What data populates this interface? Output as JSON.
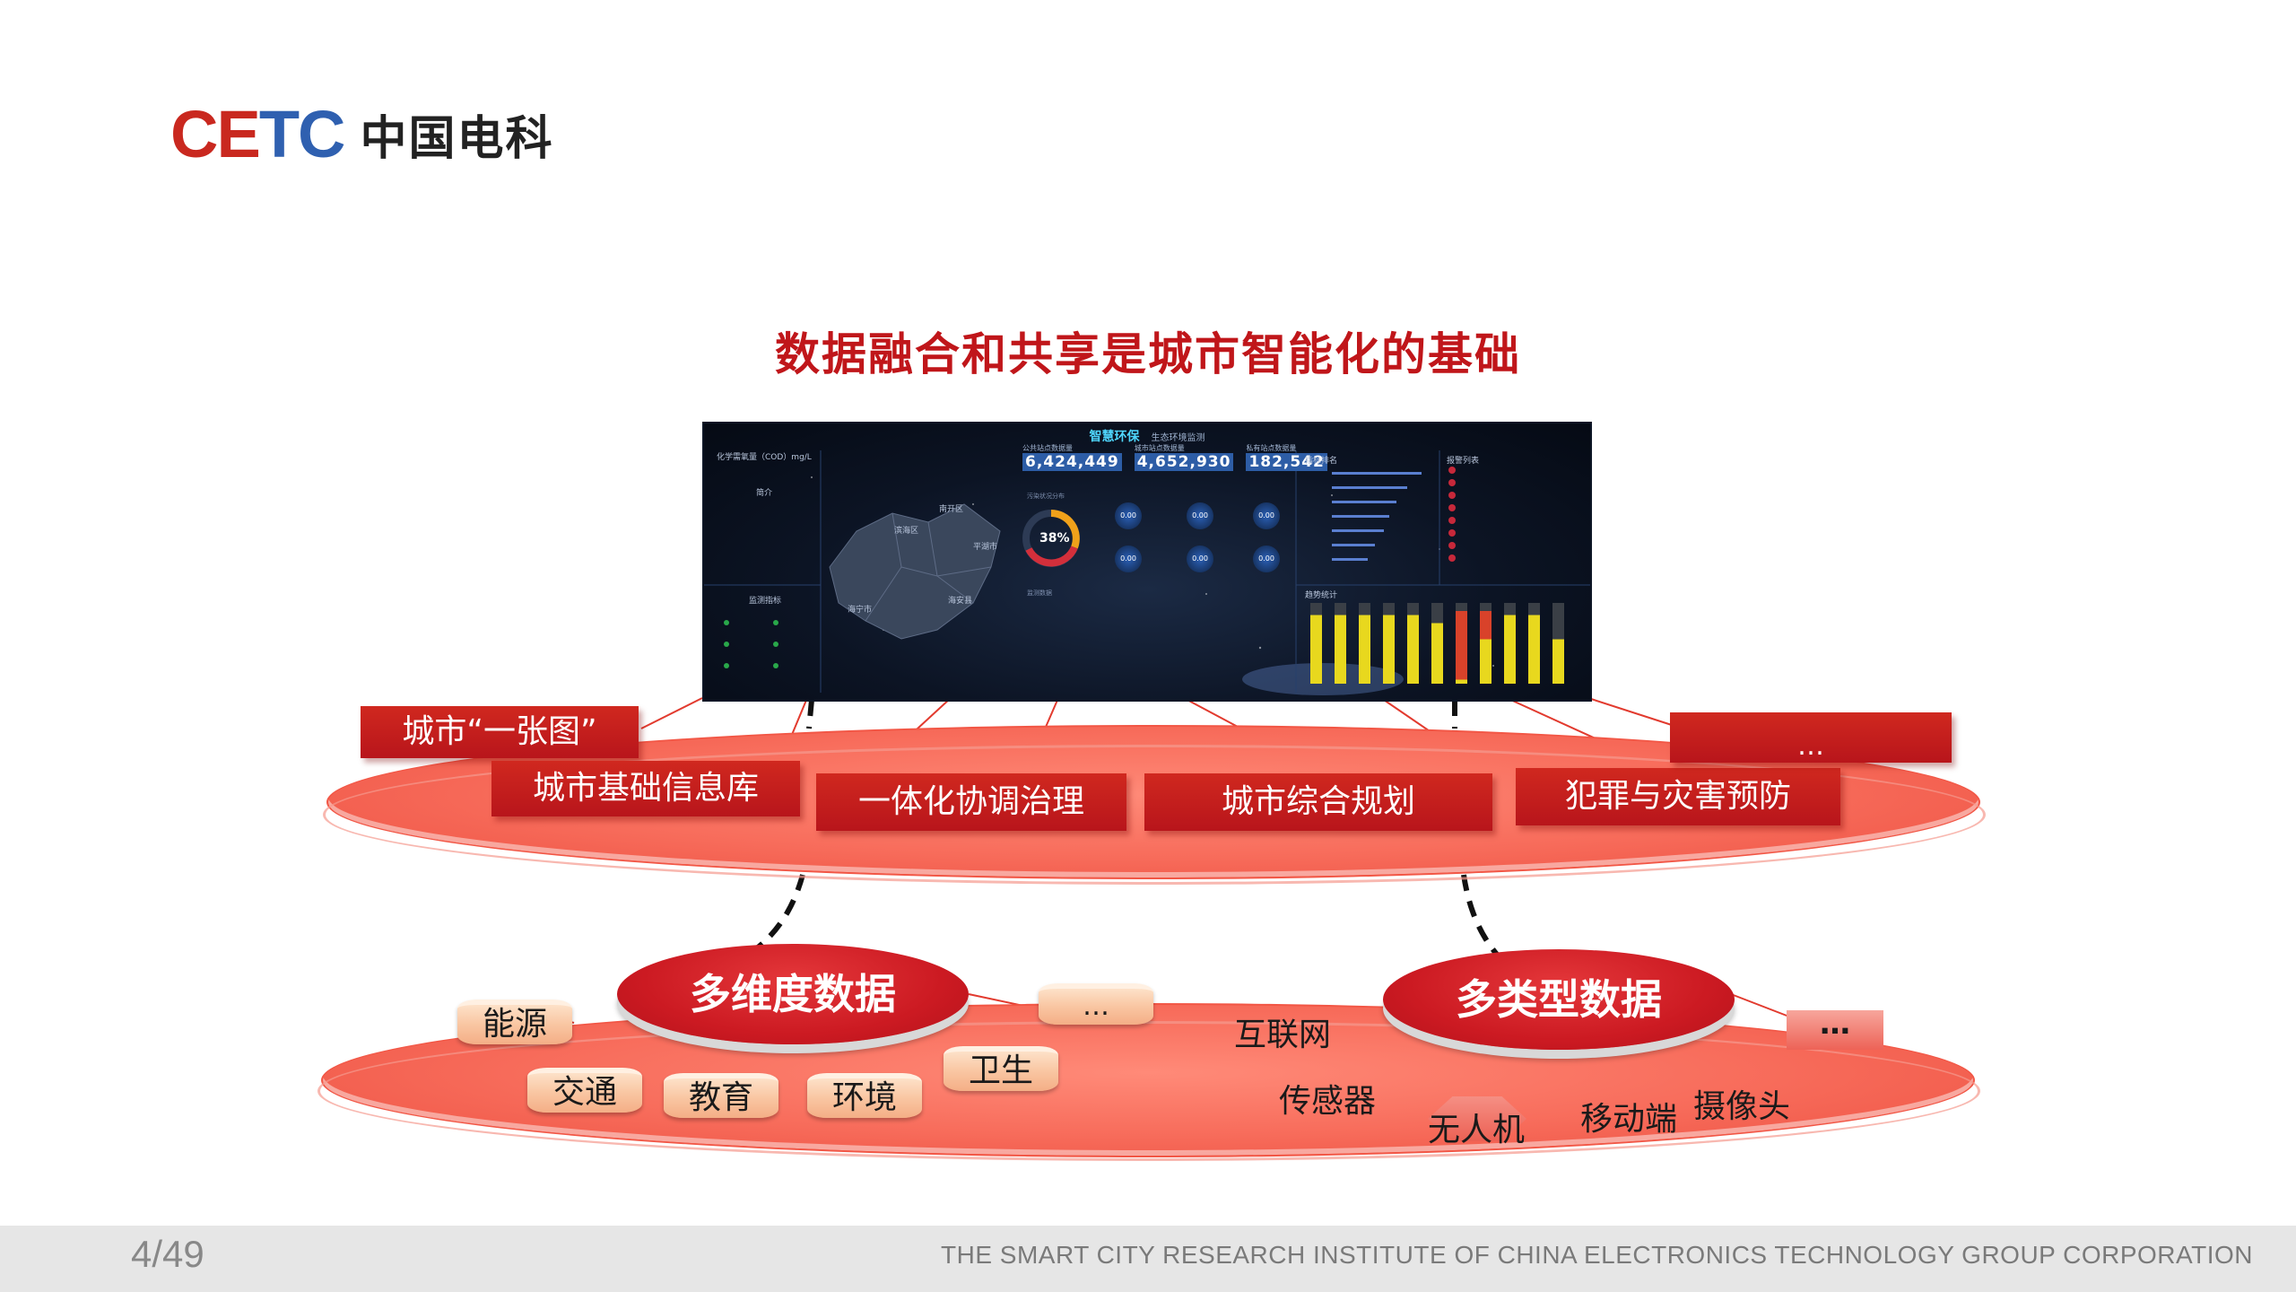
{
  "logo": {
    "mark_main": "CE",
    "mark_sub": "TC",
    "mark_full": "CETC",
    "name_cn": "中国电科"
  },
  "title": "数据融合和共享是城市智能化的基础",
  "dashboard": {
    "header": "智慧环保",
    "header_sub": "生态环境监测",
    "left_title": "化学需氧量（COD）mg/L",
    "left_intro": "简介",
    "left_monitor": "监测指标",
    "counters": [
      {
        "label": "公共站点数据量",
        "value": "6,424,449"
      },
      {
        "label": "城市站点数据量",
        "value": "4,652,930"
      },
      {
        "label": "私有站点数据量",
        "value": "182,542"
      }
    ],
    "distribution_label": "污染状况分布",
    "percent": "38%",
    "circles": [
      "0.00",
      "0.00",
      "0.00",
      "0.00",
      "0.00",
      "0.00"
    ],
    "map_labels": [
      "滨海区",
      "南开区",
      "平湖市",
      "海安县",
      "海宁市"
    ],
    "monitor_data": "监测数据",
    "rank_title": "指标排名",
    "alert_title": "报警列表",
    "trend_title": "趋势统计",
    "bars": [
      {
        "yellow": 0.85,
        "red": 0
      },
      {
        "yellow": 0.85,
        "red": 0
      },
      {
        "yellow": 0.85,
        "red": 0
      },
      {
        "yellow": 0.85,
        "red": 0
      },
      {
        "yellow": 0.85,
        "red": 0
      },
      {
        "yellow": 0.75,
        "red": 0
      },
      {
        "yellow": 0.05,
        "red": 0.85
      },
      {
        "yellow": 0.55,
        "red": 0.35
      },
      {
        "yellow": 0.85,
        "red": 0
      },
      {
        "yellow": 0.85,
        "red": 0
      },
      {
        "yellow": 0.55,
        "red": 0
      }
    ]
  },
  "top_layer": {
    "labels": [
      "城市“一张图”",
      "城市基础信息库",
      "一体化协调治理",
      "城市综合规划",
      "犯罪与灾害预防",
      "…"
    ]
  },
  "bottom_layer": {
    "left_bubble": "多维度数据",
    "right_bubble": "多类型数据",
    "left_items": [
      "能源",
      "交通",
      "教育",
      "环境",
      "卫生",
      "…"
    ],
    "right_items": [
      "互联网",
      "传感器",
      "无人机",
      "移动端",
      "摄像头",
      "…"
    ]
  },
  "footer": {
    "page": "4/49",
    "institute": "THE SMART CITY RESEARCH INSTITUTE  OF CHINA ELECTRONICS TECHNOLOGY GROUP CORPORATION"
  },
  "colors": {
    "brand_red": "#c0161a",
    "ellipse": "#f76b5a",
    "box_red": "#b8151b"
  }
}
